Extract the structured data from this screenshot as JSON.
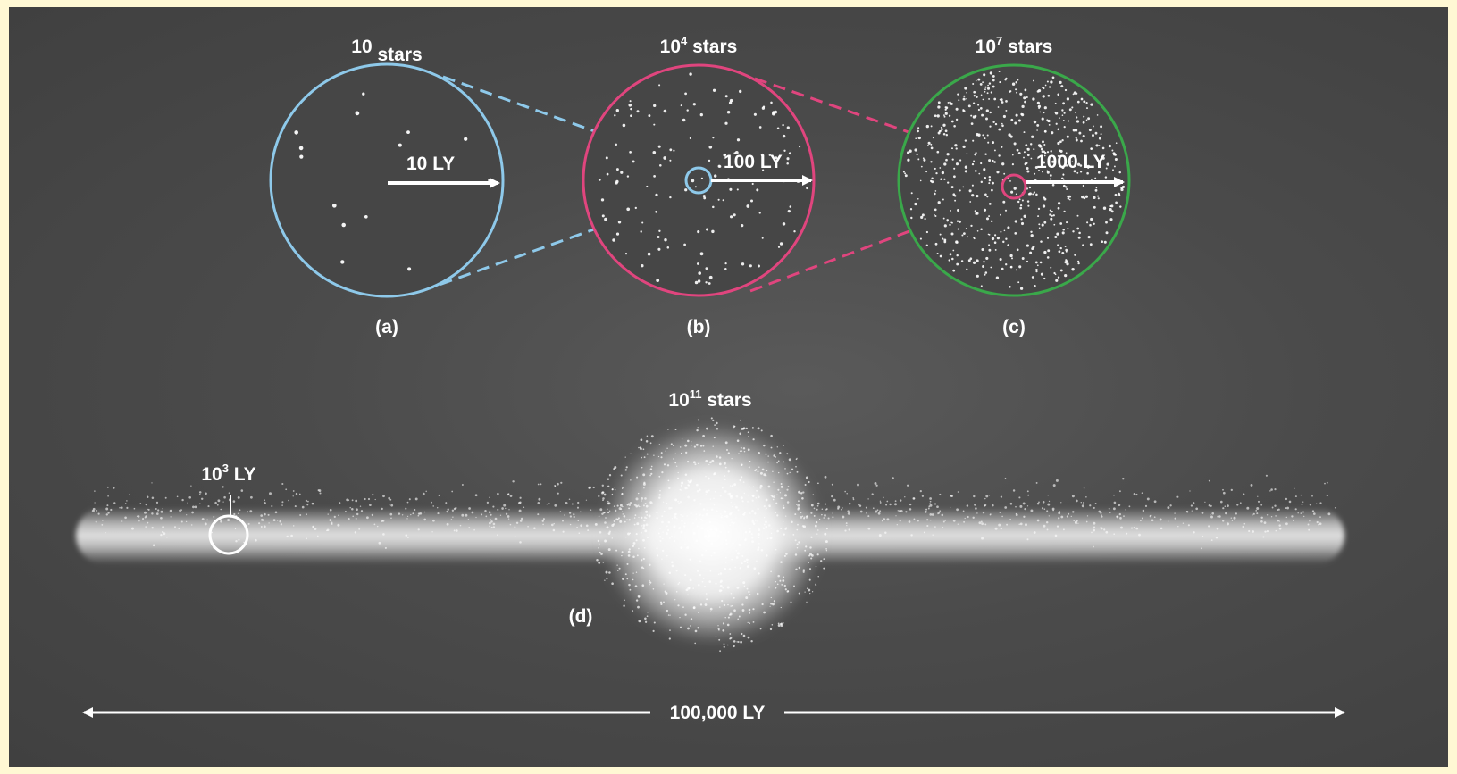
{
  "panels": {
    "a": {
      "count_base": "10",
      "count_exp": "",
      "count_suffix": " stars",
      "radius_label": "10 LY",
      "letter": "(a)",
      "ring_color": "#8ec9ea"
    },
    "b": {
      "count_base": "10",
      "count_exp": "4",
      "count_suffix": " stars",
      "radius_label": "100 LY",
      "letter": "(b)",
      "ring_color": "#e0457e"
    },
    "c": {
      "count_base": "10",
      "count_exp": "7",
      "count_suffix": " stars",
      "radius_label": "1000 LY",
      "letter": "(c)",
      "ring_color": "#3aa84a"
    }
  },
  "galaxy": {
    "count_base": "10",
    "count_exp": "11",
    "count_suffix": " stars",
    "marker_base": "10",
    "marker_exp": "3",
    "marker_suffix": " LY",
    "letter": "(d)",
    "width_label": "100,000 LY"
  }
}
